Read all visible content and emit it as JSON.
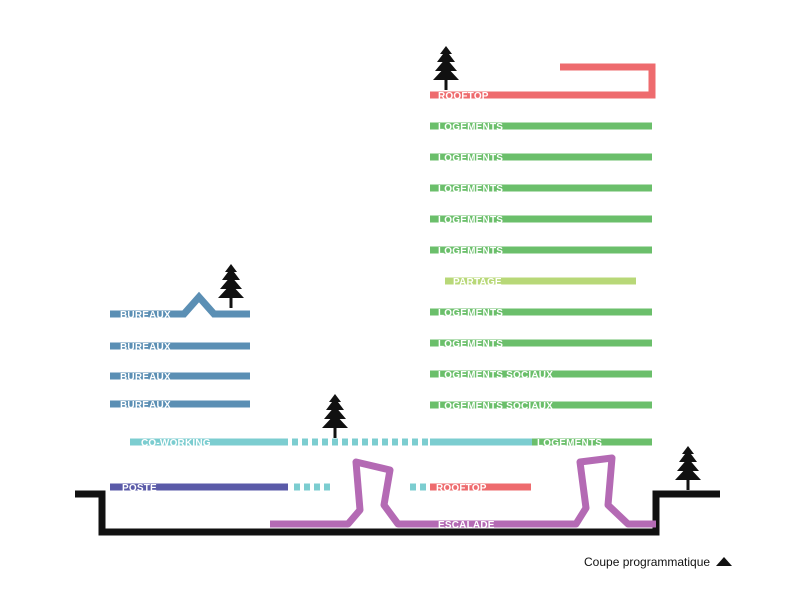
{
  "colors": {
    "ground": "#111111",
    "rooftop": "#ee6b6e",
    "logements": "#6bbf6b",
    "partage": "#b8d878",
    "bureaux": "#5b8fb4",
    "coworking": "#7ccdd0",
    "poste": "#5a5aa8",
    "escalade": "#b46ab4",
    "tree": "#111111",
    "label": "#ffffff"
  },
  "labels": {
    "rooftop_top": "ROOFTOP",
    "logements_1": "LOGEMENTS",
    "logements_2": "LOGEMENTS",
    "logements_3": "LOGEMENTS",
    "logements_4": "LOGEMENTS",
    "logements_5": "LOGEMENTS",
    "partage": "PARTAGE",
    "logements_6": "LOGEMENTS",
    "logements_7": "LOGEMENTS",
    "logements_sociaux_1": "LOGEMENTS SOCIAUX",
    "logements_sociaux_2": "LOGEMENTS SOCIAUX",
    "logements_ground": "LOGEMENTS",
    "bureaux_1": "BUREAUX",
    "bureaux_2": "BUREAUX",
    "bureaux_3": "BUREAUX",
    "bureaux_4": "BUREAUX",
    "coworking": "CO-WORKING",
    "poste": "POSTE",
    "rooftop_low": "ROOFTOP",
    "escalade": "ESCALADE"
  },
  "icons": [
    "tree-icon",
    "triangle-up-icon"
  ],
  "caption": "Coupe programmatique"
}
